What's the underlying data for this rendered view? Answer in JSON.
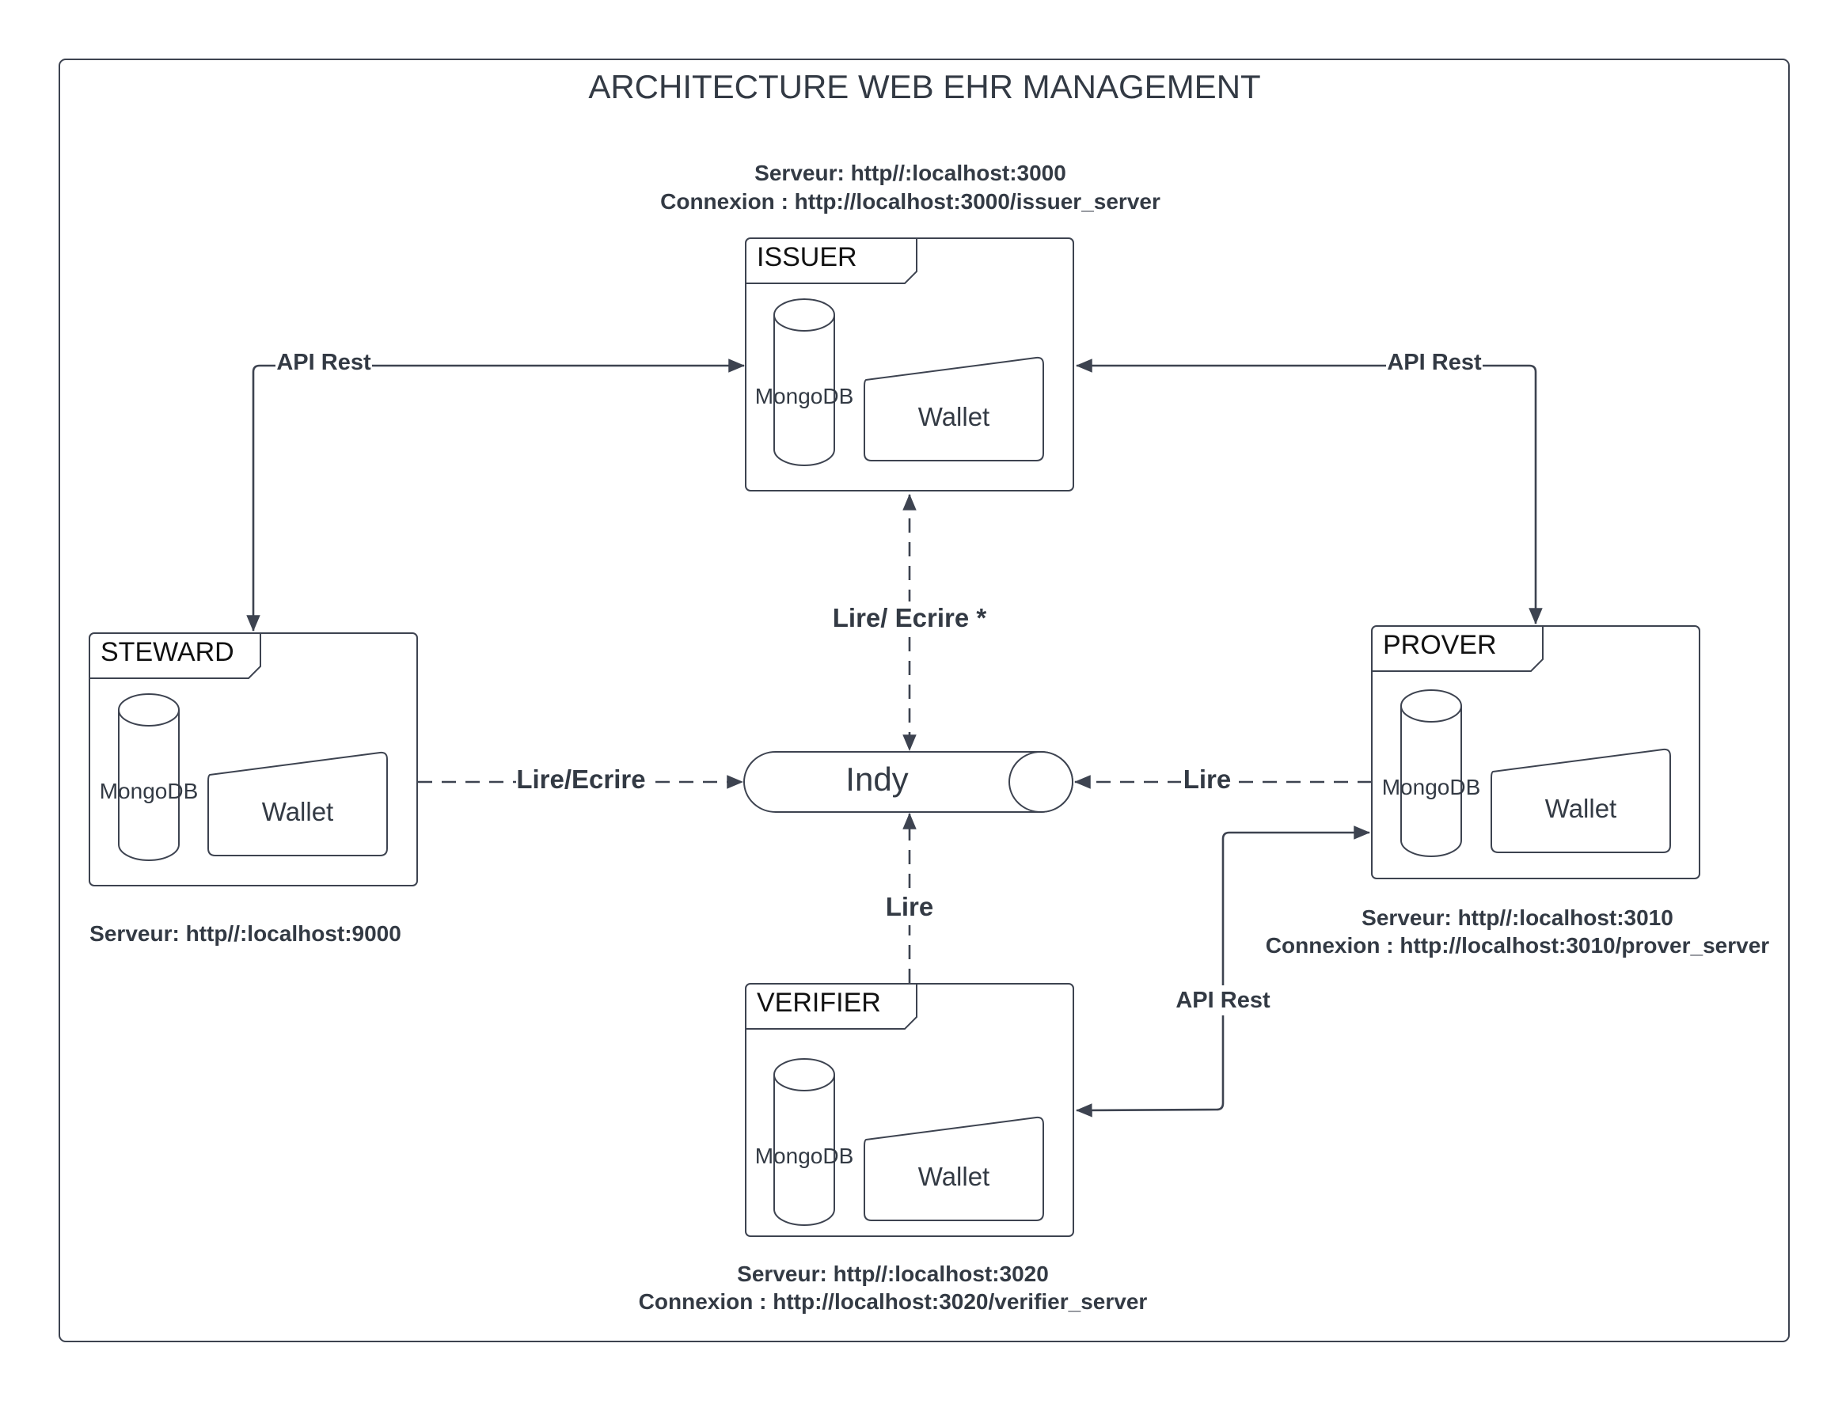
{
  "diagram": {
    "title": "ARCHITECTURE WEB EHR MANAGEMENT",
    "colors": {
      "stroke": "#3d4350",
      "text": "#333a44",
      "background": "#ffffff"
    },
    "nodes": {
      "issuer": {
        "label": "ISSUER",
        "db": "MongoDB",
        "wallet": "Wallet"
      },
      "steward": {
        "label": "STEWARD",
        "db": "MongoDB",
        "wallet": "Wallet"
      },
      "prover": {
        "label": "PROVER",
        "db": "MongoDB",
        "wallet": "Wallet"
      },
      "verifier": {
        "label": "VERIFIER",
        "db": "MongoDB",
        "wallet": "Wallet"
      },
      "indy": {
        "label": "Indy"
      }
    },
    "server_info": {
      "issuer": {
        "server": "Serveur: http//:localhost:3000",
        "connection": "Connexion : http://localhost:3000/issuer_server"
      },
      "steward": {
        "server": "Serveur: http//:localhost:9000"
      },
      "prover": {
        "server": "Serveur: http//:localhost:3010",
        "connection": "Connexion : http://localhost:3010/prover_server"
      },
      "verifier": {
        "server": "Serveur: http//:localhost:3020",
        "connection": "Connexion : http://localhost:3020/verifier_server"
      }
    },
    "edges": [
      {
        "from": "steward",
        "to": "issuer",
        "label": "API Rest",
        "style": "solid",
        "direction": "both"
      },
      {
        "from": "issuer",
        "to": "prover",
        "label": "API Rest",
        "style": "solid",
        "direction": "both"
      },
      {
        "from": "prover",
        "to": "verifier",
        "label": "API Rest",
        "style": "solid",
        "direction": "both"
      },
      {
        "from": "issuer",
        "to": "indy",
        "label": "Lire/ Ecrire *",
        "style": "dashed",
        "direction": "both"
      },
      {
        "from": "steward",
        "to": "indy",
        "label": "Lire/Ecrire",
        "style": "dashed",
        "direction": "forward"
      },
      {
        "from": "prover",
        "to": "indy",
        "label": "Lire",
        "style": "dashed",
        "direction": "forward"
      },
      {
        "from": "verifier",
        "to": "indy",
        "label": "Lire",
        "style": "dashed",
        "direction": "forward"
      }
    ]
  }
}
